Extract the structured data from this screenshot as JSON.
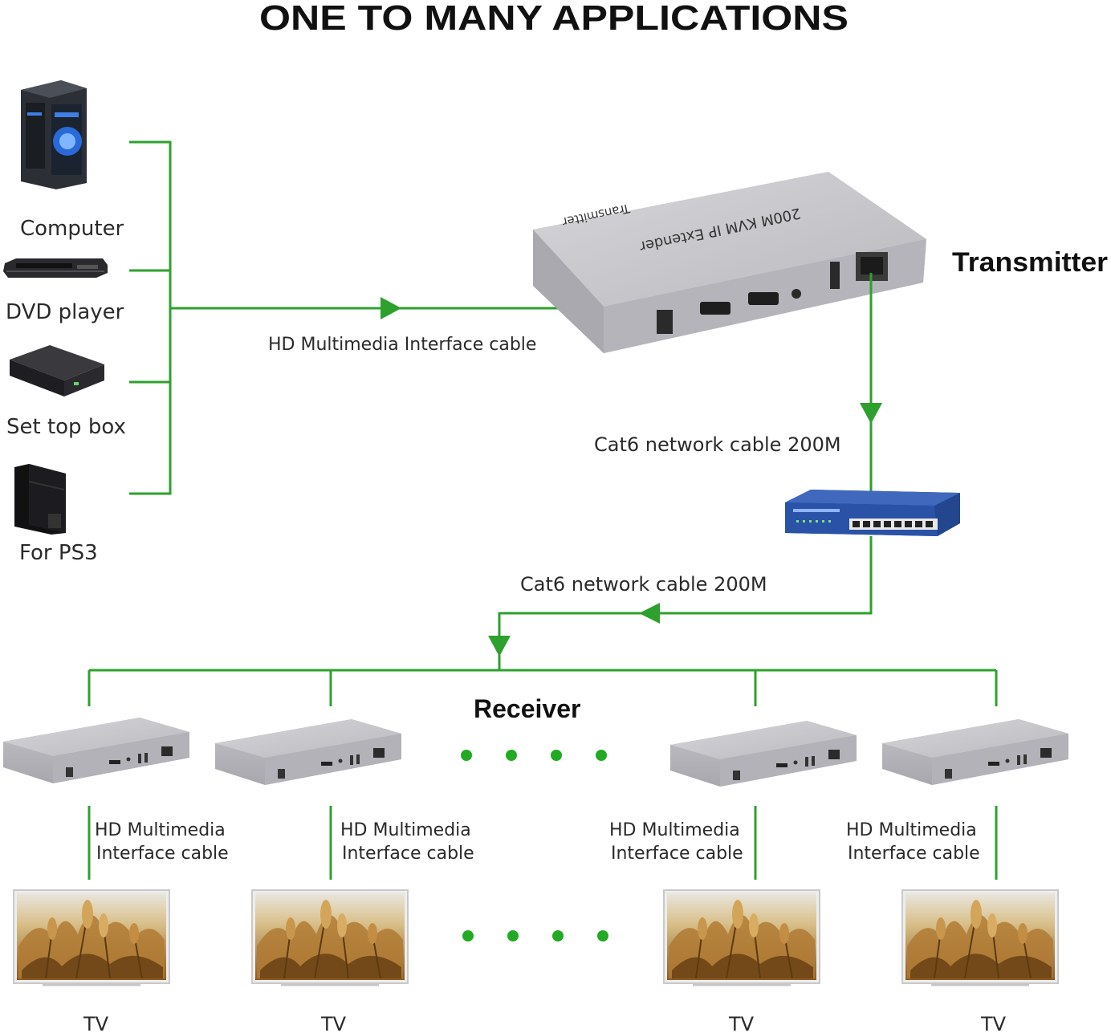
{
  "title": "ONE TO MANY APPLICATIONS",
  "sources": [
    {
      "label": "Computer",
      "icon": "computer-tower-icon"
    },
    {
      "label": "DVD player",
      "icon": "dvd-player-icon"
    },
    {
      "label": "Set top box",
      "icon": "set-top-box-icon"
    },
    {
      "label": "For PS3",
      "icon": "game-console-icon"
    }
  ],
  "hdmi_cable_label": "HD Multimedia Interface cable",
  "transmitter": {
    "label": "Transmitter",
    "device_text": "200M KVM IP Extender",
    "device_subtext": "Transmitter",
    "icon": "transmitter-device-icon"
  },
  "cat6_label_top": "Cat6 network cable 200M",
  "switch_icon": "network-switch-icon",
  "cat6_label_bottom": "Cat6 network cable 200M",
  "receiver_label": "Receiver",
  "receivers": [
    {
      "cable_line1": "HD Multimedia",
      "cable_line2": "Interface cable",
      "tv_label": "TV"
    },
    {
      "cable_line1": "HD Multimedia",
      "cable_line2": "Interface cable",
      "tv_label": "TV"
    },
    {
      "cable_line1": "HD Multimedia",
      "cable_line2": "Interface cable",
      "tv_label": "TV"
    },
    {
      "cable_line1": "HD Multimedia",
      "cable_line2": "Interface cable",
      "tv_label": "TV"
    }
  ],
  "colors": {
    "wire": "#2ea02e",
    "device_body": "#c8c8cc",
    "switch_body": "#2a4fa0"
  }
}
